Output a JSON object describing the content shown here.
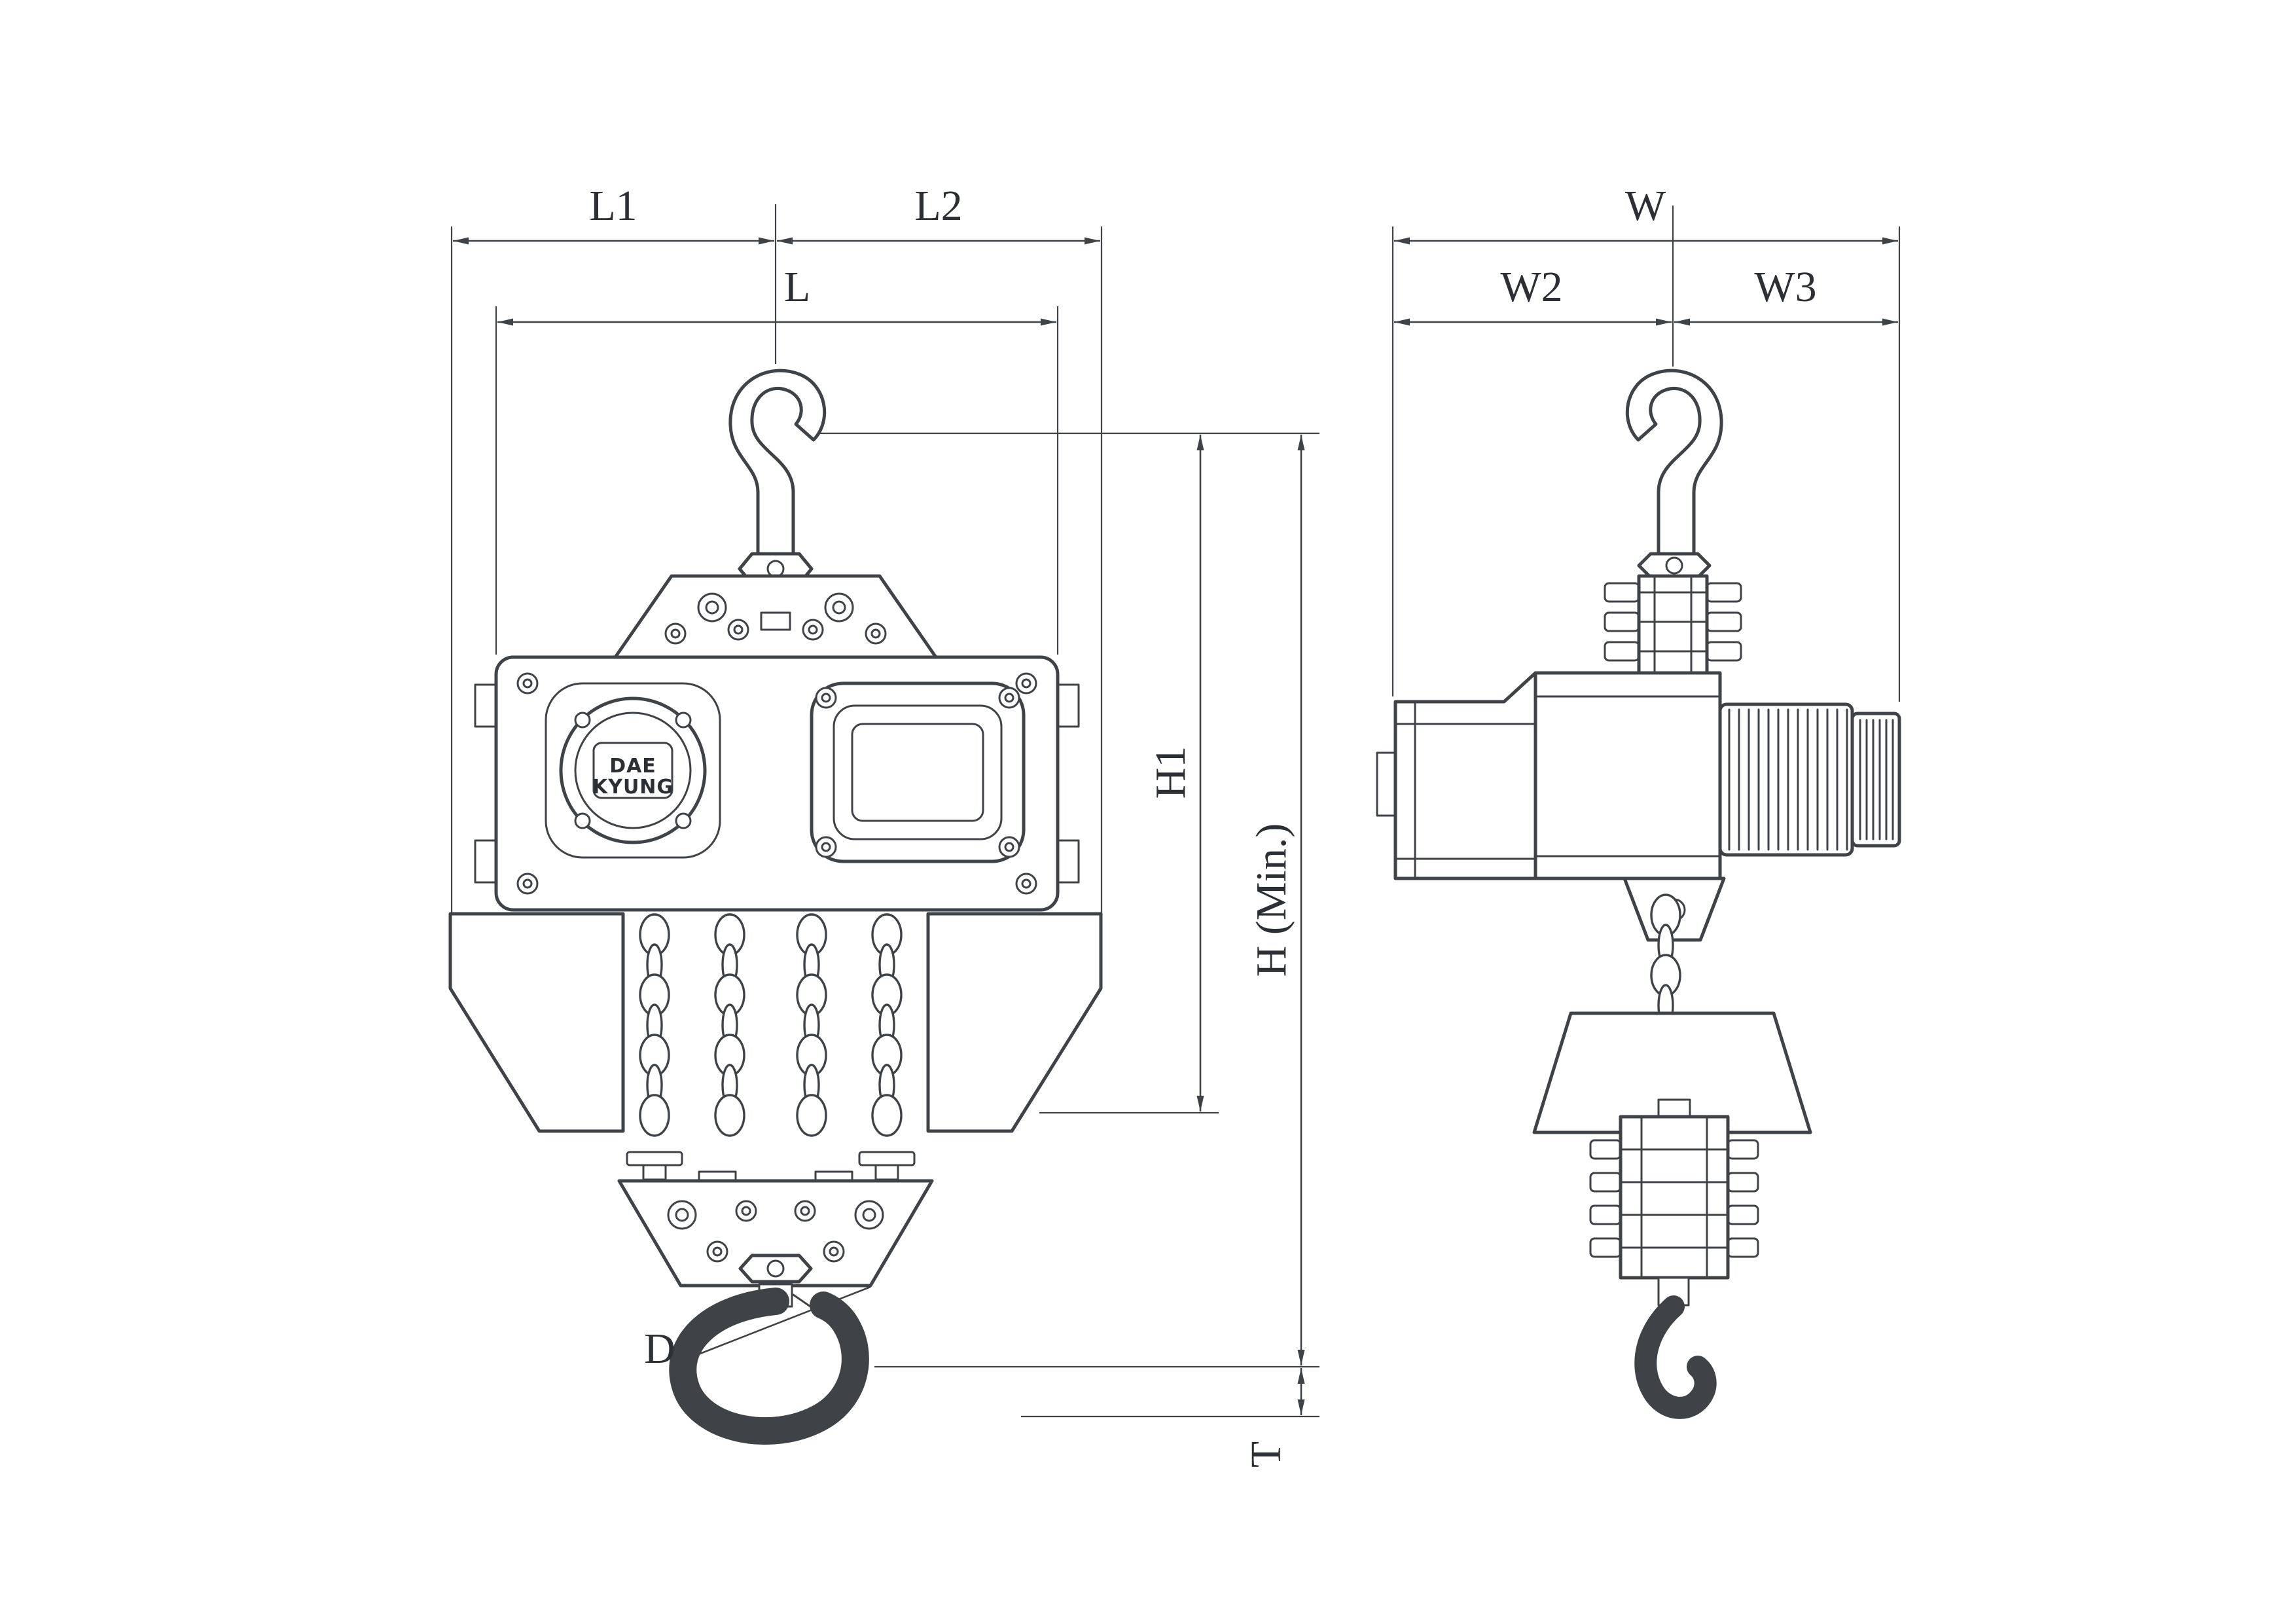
{
  "labels": {
    "l1": "L1",
    "l2": "L2",
    "l": "L",
    "w": "W",
    "w2": "W2",
    "w3": "W3",
    "h1": "H1",
    "h_min": "H (Min.)",
    "d": "D",
    "t": "T"
  },
  "brand": {
    "line1": "DAE",
    "line2": "KYUNG"
  },
  "colors": {
    "line": "#3f4347",
    "label_text": "#2c2f33",
    "background": "#ffffff"
  }
}
